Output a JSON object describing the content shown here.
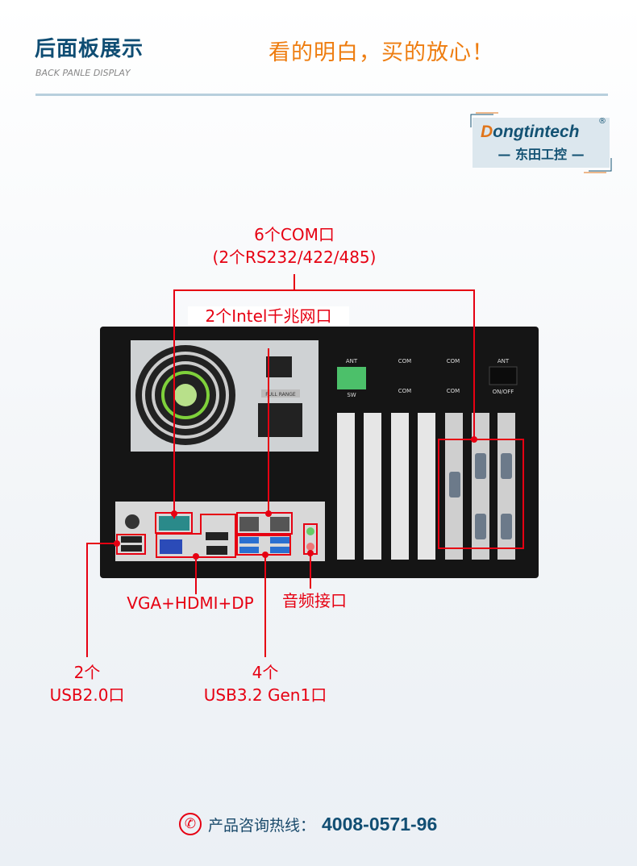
{
  "header": {
    "title": "后面板展示",
    "subtitle": "BACK PANLE DISPLAY",
    "slogan": "看的明白，买的放心！"
  },
  "logo": {
    "brand_en": "Dongtintech",
    "brand_cn": "— 东田工控 —",
    "registered": "®"
  },
  "chassis_labels": {
    "ant_left": "ANT",
    "sw": "SW",
    "com_labels": [
      "COM",
      "COM",
      "COM",
      "COM"
    ],
    "ant_right": "ANT",
    "on_off": "ON/OFF",
    "full_range": "FULL RANGE"
  },
  "annotations": {
    "com_title": "6个COM口",
    "com_detail": "(2个RS232/422/485)",
    "lan": "2个Intel千兆网口",
    "video": "VGA+HDMI+DP",
    "audio": "音频接口",
    "usb2_count": "2个",
    "usb2_label": "USB2.0口",
    "usb3_count": "4个",
    "usb3_label": "USB3.2 Gen1口"
  },
  "footer": {
    "icon": "phone-icon",
    "label": "产品咨询热线：",
    "number": "4008-0571-96"
  },
  "colors": {
    "accent_red": "#e60012",
    "title_blue": "#0f4d73",
    "slogan_orange": "#ee7d10"
  }
}
